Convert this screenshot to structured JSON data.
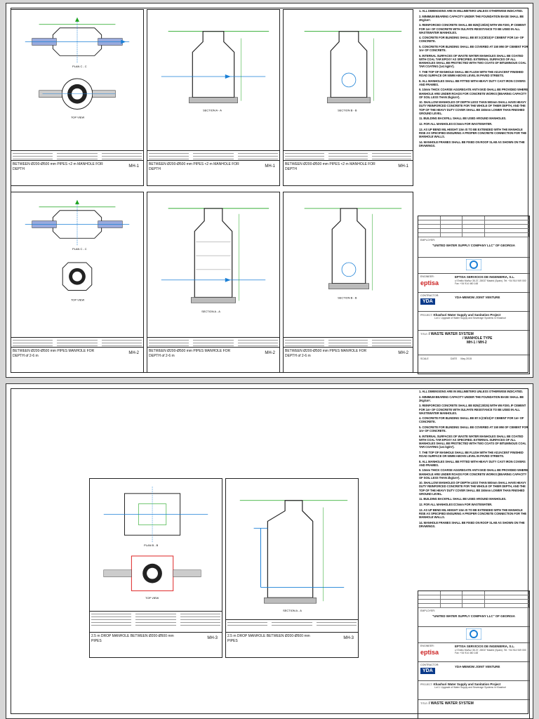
{
  "sheet1": {
    "panels": [
      {
        "view_top": "PLAN C - C",
        "view_bottom": "TOP VIEW",
        "desc": "BETWEEN Ø200-Ø500 mm PIPES <2 m MANHOLE FOR DEPTH",
        "code": "MH-1"
      },
      {
        "view_top": "SECTION A - A",
        "view_bottom": "",
        "desc": "BETWEEN Ø200-Ø500 mm PIPES <2 m MANHOLE FOR DEPTH",
        "code": "MH-1"
      },
      {
        "view_top": "SECTION B - B",
        "view_bottom": "",
        "desc": "BETWEEN Ø200-Ø500 mm PIPES <2 m MANHOLE FOR DEPTH",
        "code": "MH-1"
      },
      {
        "view_top": "PLAN C - C",
        "view_bottom": "TOP VIEW",
        "desc": "BETWEEN Ø200-Ø500 mm PIPES MANHOLE FOR DEPTH of 2-6 m",
        "code": "MH-2"
      },
      {
        "view_top": "SECTION A - A",
        "view_bottom": "",
        "desc": "BETWEEN Ø200-Ø500 mm PIPES MANHOLE FOR DEPTH of 2-6 m",
        "code": "MH-2"
      },
      {
        "view_top": "SECTION B - B",
        "view_bottom": "",
        "desc": "BETWEEN Ø200-Ø500 mm PIPES MANHOLE FOR DEPTH of 2-6 m",
        "code": "MH-2"
      }
    ]
  },
  "sheet2": {
    "panels": [
      {
        "view_top": "PLAN B - B",
        "view_bottom": "TOP VIEW",
        "desc": "2.5 m DROP MANHOLE BETWEEN Ø200-Ø500 mm PIPES",
        "code": "MH-3"
      },
      {
        "view_top": "SECTION A - A",
        "view_bottom": "",
        "desc": "2.5 m DROP MANHOLE BETWEEN Ø200-Ø500 mm PIPES",
        "code": "MH-3"
      }
    ]
  },
  "notes": [
    "1. ALL DIMENSIONS ARE IN MILLIMETERS UNLESS OTHERWISE INDICATED.",
    "2. MINIMUM BEARING CAPACITY UNDER THE FOUNDATION BASE SHALL BE 2Kg/cm².",
    "3. REINFORCED CONCRETE SHALL BE B25(C20/25) WITH W6 F200, IF CEMENT FOR 1m³ OF CONCRETE WITH SULFATE RESISTANCE TO BE USED IN ALL WASTEWATER MANHOLES.",
    "4. CONCRETE FOR BLINDING SHALL BE B7.5 (C8/10) IF CEMENT FOR 1m³ OF CONCRETE.",
    "5. CONCRETE FOR BLINDING SHALL BE COVERED AT 150 MM OF CEMENT FOR 1m³ OF CONCRETE.",
    "6. INTERNAL SURFACES OF WASTE WATER MANHOLES SHALL BE COATED WITH COAL TAR EPOXY AS SPECIFIED. EXTERNAL SURFACES OF ALL MANHOLES SHALL BE PROTECTED WITH TWO COATS OF BITUMINOUS COAL TAR COATING (1±1 kg/m²).",
    "7. THE TOP OF MANHOLE SHALL BE FLUSH WITH THE ADJACENT FINISHED ROAD SURFACE OR 50MM ABOVE LEVEL IN PAVED STREETS.",
    "8. ALL MANHOLES SHALL BE FITTED WITH HEAVY DUTY CAST IRON COVERS AND FRAMES.",
    "9. 10mm THICK COARSE AGGREGATE ANTI-SKID SHALL BE PROVIDED WHERE MANHOLE ARE UNDER ROADS FOR CONCRETE WORKS (BEARING CAPACITY OF SOIL LESS THAN 2kg/cm²).",
    "10. SHALLOW MANHOLES OF DEPTH LESS THAN 500mm SHALL HAVE HEAVY DUTY REINFORCED CONCRETE FOR THE WHOLE OF THEIR DEPTH, AND THE TOP OF THE HEAVY DUTY COVER SHALL BE 150mm LOWER THAN FINISHED GROUND LEVEL.",
    "11. BUILDING BACKFILL SHALL BE USED AROUND MANHOLES.",
    "12. FOR ALL MANHOLES D=5mm FOR WASTEWATER.",
    "13. AS UP BEND MIL HEIGHT 10m IS TO BE EXTENDED WITH THE MANHOLE RISE AS SPECIFIED ENSURING A PROPER CONCRETE CONNECTION FOR THE MANHOLE WALLS.",
    "14. MANHOLE FRAMES SHALL BE FIXED ON ROOF SLAB AS SHOWN ON THE DRAWINGS."
  ],
  "titleblock": {
    "employer_label": "EMPLOYER:",
    "employer_name": "\"UNITED WATER SUPPLY COMPANY LLC\" OF GEORGIA",
    "engineer_label": "ENGINEER:",
    "engineer_name": "EPTISA SERVICIOS DE INGENIERIA, S.L.",
    "engineer_addr": "c/ Emilio Muñoz 35-37, 28037 Madrid (Spain). Tel: +34 914 949 000 Fax: +34 914 460 148",
    "engineer_logo": "eptisa",
    "contractor_label": "CONTRACTOR:",
    "contractor_logo": "YDA",
    "contractor_name": "YDA-MEMOM JOINT VENTURE",
    "project_label": "PROJECT:",
    "project_name": "Khashuri Water Supply and Sanitation Project",
    "project_lot": "Lot 1: Upgrade of Water Supply and Sewerage Systems in Khashuri",
    "title_label": "TITLE:",
    "title_main": "/ WASTE WATER SYSTEM",
    "title_sub": "/ MANHOLE TYPE",
    "title_codes": "MH-1 / MH-2",
    "scale_label": "SCALE",
    "date_label": "DATE",
    "date_value": "May 2015"
  },
  "colors": {
    "water": "#1a7fd6",
    "ground": "#1aa31a",
    "red": "#d22"
  }
}
